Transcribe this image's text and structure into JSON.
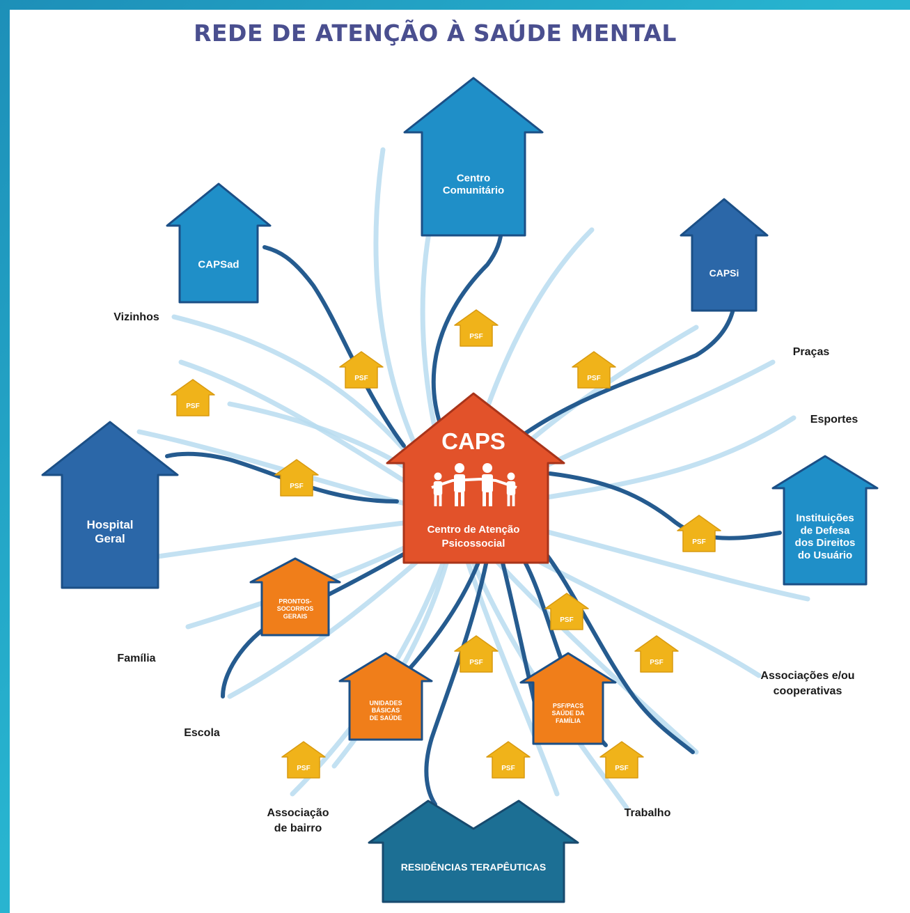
{
  "title": "REDE DE ATENÇÃO À SAÚDE MENTAL",
  "caps": {
    "label": "CAPS",
    "subtitle_line1": "Centro de Atenção",
    "subtitle_line2": "Psicossocial"
  },
  "houses": {
    "centro_comunitario": [
      "Centro",
      "Comunitário"
    ],
    "capsad": [
      "CAPSad"
    ],
    "capsi": [
      "CAPSi"
    ],
    "hospital_geral": [
      "Hospital",
      "Geral"
    ],
    "instituicoes": [
      "Instituições",
      "de Defesa",
      "dos Direitos",
      "do Usuário"
    ],
    "prontos_socorros": [
      "PRONTOS-",
      "SOCORROS",
      "GERAIS"
    ],
    "unidades_basicas": [
      "UNIDADES",
      "BÁSICAS",
      "DE SAÚDE"
    ],
    "psf_pacs": [
      "PSF/PACS",
      "SAÚDE DA",
      "FAMÍLIA"
    ],
    "residencias": [
      "RESIDÊNCIAS TERAPÊUTICAS"
    ]
  },
  "psf_label": "PSF",
  "community_labels": {
    "vizinhos": [
      "Vizinhos"
    ],
    "pracas": [
      "Praças"
    ],
    "esportes": [
      "Esportes"
    ],
    "familia": [
      "Família"
    ],
    "escola": [
      "Escola"
    ],
    "associacoes": [
      "Associações e/ou",
      "cooperativas"
    ],
    "associacao_bairro": [
      "Associação",
      "de bairro"
    ],
    "trabalho": [
      "Trabalho"
    ]
  },
  "colors": {
    "caps_fill": "#e2522a",
    "house_light": "#1f8fc8",
    "house_dark": "#2b67a8",
    "house_teal": "#1c6f94",
    "psf_fill": "#f0b31a",
    "orange_house": "#f07e1a",
    "thread_dark": "#255b8f",
    "thread_light": "#b9dcf0",
    "title": "#4a4f8f"
  }
}
